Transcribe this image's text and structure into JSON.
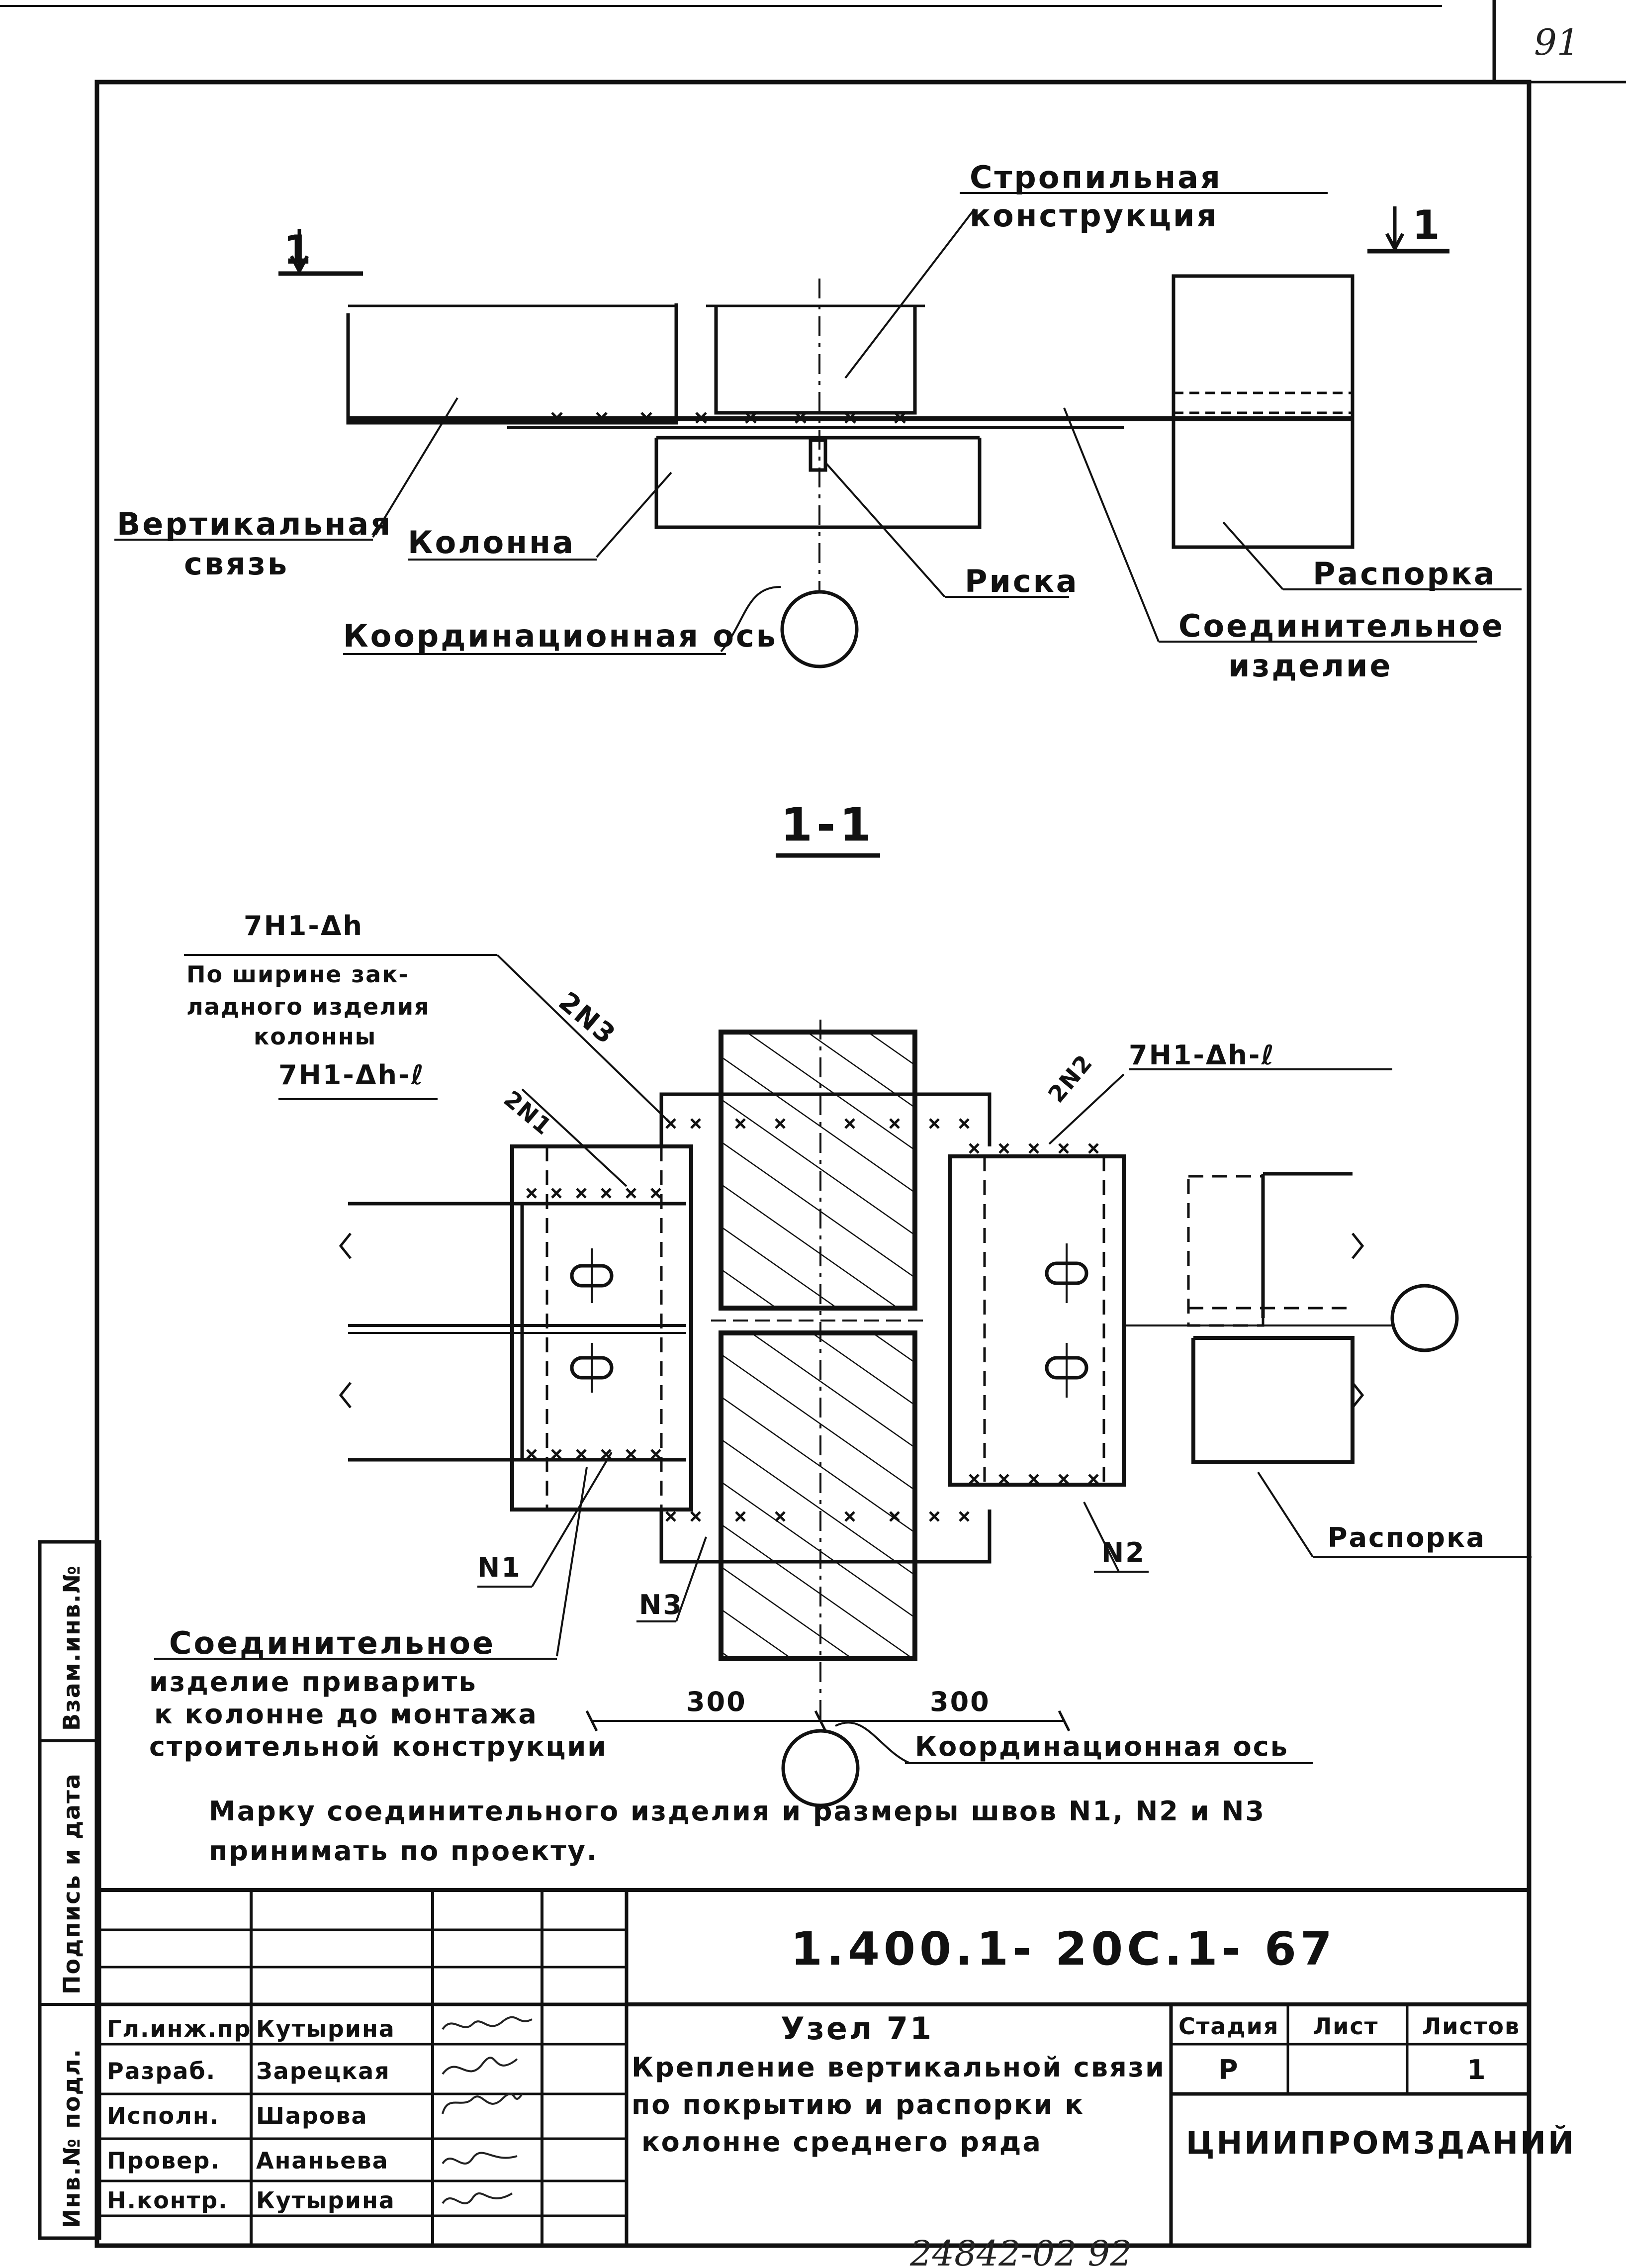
{
  "sheet": {
    "page_number_top": "91",
    "page_number_bottom": "24842-02   92",
    "side_stamp": {
      "inv_podl": "Инв.№ подл.",
      "podpis_data": "Подпись и дата",
      "vzam_inv": "Взам.инв.№"
    }
  },
  "plan_view": {
    "section_mark": "1",
    "labels": {
      "stropilnaya_1": "Стропильная",
      "stropilnaya_2": "конструкция",
      "vertikalnaya_1": "Вертикальная",
      "vertikalnaya_2": "связь",
      "kolonna": "Колонна",
      "riska": "Риска",
      "rasporka": "Распорка",
      "coord_axis": "Координационная ось",
      "soed_1": "Соединительное",
      "soed_2": "изделие"
    }
  },
  "section_view": {
    "title": "1-1",
    "labels": {
      "weld_a": "7Н1-Δh",
      "zak_1": "По ширине зак-",
      "zak_2": "ладного изделия",
      "zak_3": "колонны",
      "weld_b": "7Н1-Δh-ℓ",
      "weld_c": "7Н1-Δh-ℓ",
      "mark_2n3": "2N3",
      "mark_2n1": "2N1",
      "mark_2n2": "2N2",
      "n1": "N1",
      "n2": "N2",
      "n3": "N3",
      "rasporka": "Распорка",
      "soed_1": "Соединительное",
      "soed_2": "изделие приварить",
      "soed_3": "к колонне до монтажа",
      "soed_4": "строительной конструкции",
      "dim_left": "300",
      "dim_right": "300",
      "coord_axis": "Координационная ось"
    },
    "note_1": "Марку соединительного изделия и размеры швов N1, N2 и N3",
    "note_2": "принимать по проекту."
  },
  "title_block": {
    "doc_code": "1.400.1- 20С.1- 67",
    "roles": [
      {
        "role": "Гл.инж.пр",
        "name": "Кутырина"
      },
      {
        "role": "Разраб.",
        "name": "Зарецкая"
      },
      {
        "role": "Исполн.",
        "name": "Шарова"
      },
      {
        "role": "Провер.",
        "name": "Ананьева"
      },
      {
        "role": "Н.контр.",
        "name": "Кутырина"
      }
    ],
    "node_title": "Узел 71",
    "desc_1": "Крепление вертикальной связи",
    "desc_2": "по покрытию и распорки к",
    "desc_3": "колонне среднего ряда",
    "stage_header": "Стадия",
    "sheet_header": "Лист",
    "sheets_header": "Листов",
    "stage_value": "Р",
    "sheet_value": "",
    "sheets_value": "1",
    "organization": "ЦНИИПРОМЗДАНИЙ"
  }
}
